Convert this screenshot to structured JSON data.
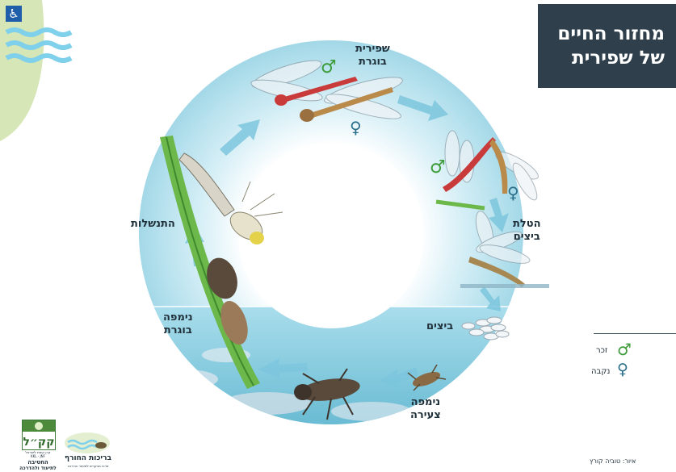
{
  "title": {
    "line1": "מחזור החיים",
    "line2": "של שפירית"
  },
  "stages": {
    "adult": {
      "line1": "שפירית",
      "line2": "בוגרת"
    },
    "egg_laying": {
      "line1": "הטלת",
      "line2": "ביצים"
    },
    "eggs": "ביצים",
    "young_nymph": {
      "line1": "נימפה",
      "line2": "צעירה"
    },
    "adult_nymph": {
      "line1": "נימפה",
      "line2": "בוגרת"
    },
    "emergence": "התנשלות"
  },
  "legend": {
    "male": "זכר",
    "female": "נקבה"
  },
  "symbols": {
    "male": "♂",
    "female": "♀",
    "male_icon": "male-symbol-icon",
    "female_icon": "female-symbol-icon"
  },
  "credit": "איור: טוביה קורץ",
  "logos": {
    "kkl_name": "קרן קימת לישראל",
    "kkl_latin": "KKL - JNF",
    "kkl_bottom": "החטיבה",
    "kkl_bottom2": "לתיעוד ולהדרכה",
    "pools_name": "בריכות החורף",
    "pools_sub": "מרכז מבקרים לשימור והדרכה"
  },
  "colors": {
    "title_bg": "#2f3f4c",
    "male": "#3f9c3a",
    "female": "#2c6f8a",
    "ring_light": "#e9f6fb",
    "ring_dark": "#88cde0",
    "water": "#7dc8dd",
    "accessibility": "#1f5ea8"
  }
}
